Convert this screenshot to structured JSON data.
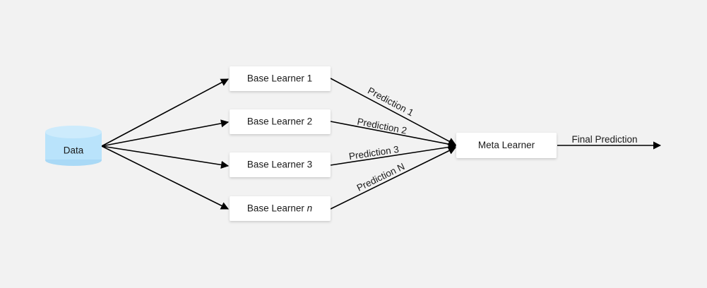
{
  "data_node": {
    "label": "Data"
  },
  "base_learners": [
    {
      "label": "Base Learner 1",
      "prefix": "Base Learner ",
      "suffix": "1",
      "italic_suffix": false
    },
    {
      "label": "Base Learner 2",
      "prefix": "Base Learner ",
      "suffix": "2",
      "italic_suffix": false
    },
    {
      "label": "Base Learner 3",
      "prefix": "Base Learner ",
      "suffix": "3",
      "italic_suffix": false
    },
    {
      "label": "Base Learner n",
      "prefix": "Base Learner ",
      "suffix": "n",
      "italic_suffix": true
    }
  ],
  "predictions": [
    "Prediction 1",
    "Prediction 2",
    "Prediction 3",
    "Prediction N"
  ],
  "meta_learner": {
    "label": "Meta Learner"
  },
  "final_output": {
    "label": "Final Prediction"
  },
  "colors": {
    "background": "#f2f2f2",
    "database": "#b9e3fb",
    "node_fill": "#ffffff",
    "arrow": "#000000"
  }
}
